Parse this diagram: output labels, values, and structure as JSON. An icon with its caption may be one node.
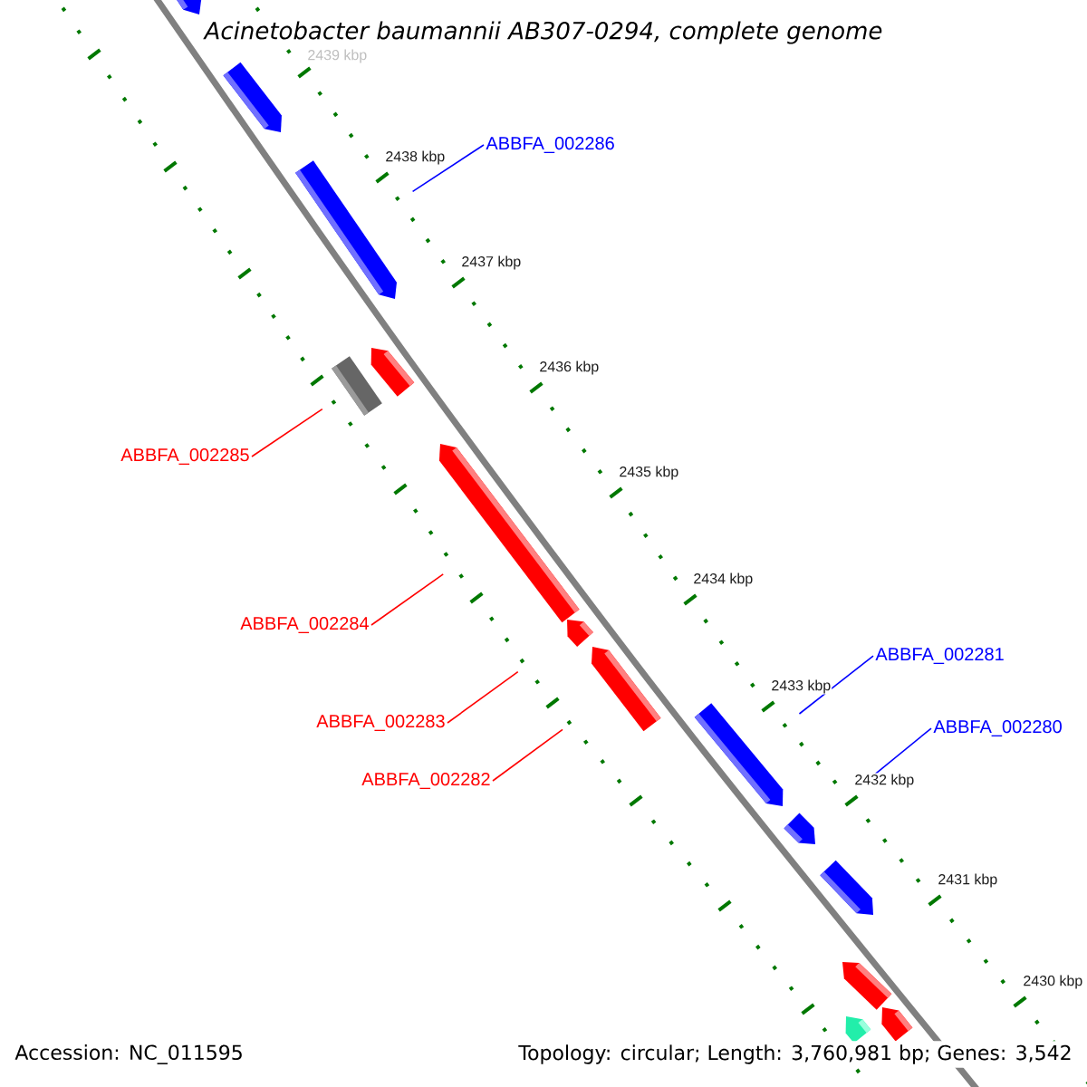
{
  "diagram": {
    "title": "Acinetobacter baumannii AB307-0294, complete genome",
    "nodes": [
      {
        "text": [],
        "shape": "arrow"
      },
      {
        "text": [],
        "shape": "arrow"
      },
      {
        "text": [],
        "shape": "arrow"
      },
      {
        "text": [],
        "shape": "arrow"
      },
      {
        "text": [],
        "shape": "box"
      },
      {
        "text": [],
        "shape": "arrow"
      },
      {
        "text": [],
        "shape": "arrow"
      },
      {
        "text": [],
        "shape": "arrow"
      },
      {
        "text": [],
        "shape": "arrow"
      },
      {
        "text": [],
        "shape": "arrow"
      },
      {
        "text": [],
        "shape": "arrow"
      },
      {
        "text": [],
        "shape": "arrow"
      },
      {
        "text": [],
        "shape": "arrow"
      },
      {
        "text": [],
        "shape": "arrow"
      },
      {
        "text": [
          "ABBFA_002286"
        ]
      },
      {
        "text": [
          "ABBFA_002285"
        ]
      },
      {
        "text": [
          "ABBFA_002284"
        ]
      },
      {
        "text": [
          "ABBFA_002283"
        ]
      },
      {
        "text": [
          "ABBFA_002282"
        ]
      },
      {
        "text": [
          "ABBFA_002281"
        ]
      },
      {
        "text": [
          "ABBFA_002280"
        ]
      }
    ],
    "edges": [
      {
        "from": 14,
        "to": 2,
        "arrow": "none",
        "color": "#0000ff"
      },
      {
        "from": 15,
        "to": 4,
        "arrow": "none",
        "color": "#ff0000"
      },
      {
        "from": 16,
        "to": 5,
        "arrow": "none",
        "color": "#ff0000"
      },
      {
        "from": 17,
        "to": 6,
        "arrow": "none",
        "color": "#ff0000"
      },
      {
        "from": 18,
        "to": 7,
        "arrow": "none",
        "color": "#ff0000"
      },
      {
        "from": 19,
        "to": 8,
        "arrow": "none",
        "color": "#0000ff"
      },
      {
        "from": 20,
        "to": 9,
        "arrow": "none",
        "color": "#0000ff"
      }
    ],
    "labels": [
      "2439 kbp",
      "2438 kbp",
      "2437 kbp",
      "2436 kbp",
      "2435 kbp",
      "2434 kbp",
      "2433 kbp",
      "2432 kbp",
      "2431 kbp",
      "2430 kbp",
      "Accession: NC_011595",
      "Topology: circular; Length: 3,760,981 bp; Genes: 3,542"
    ]
  }
}
